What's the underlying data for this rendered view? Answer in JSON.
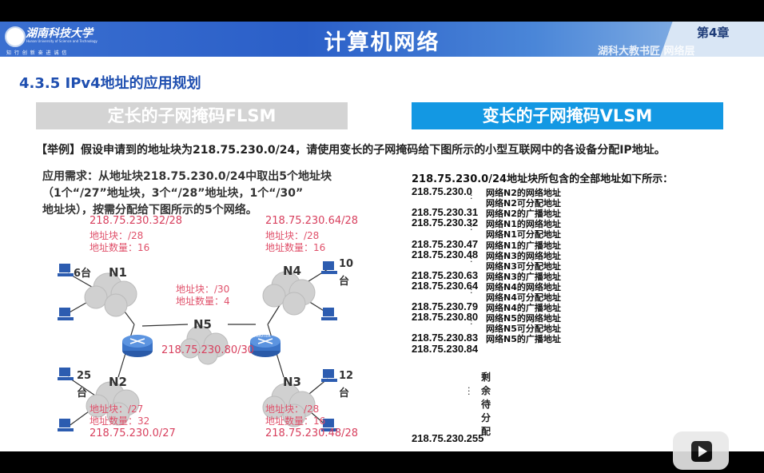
{
  "header": {
    "university_name": "湖南科技大学",
    "university_en": "Hunan University of Science and Technology",
    "motto": "知 行 创 新   奋 进 诚 信",
    "title": "计算机网络",
    "chapter": "第4章",
    "chapter_subtitle": "湖科大教书匠  网络层"
  },
  "section_title": "4.3.5 IPv4地址的应用规划",
  "flsm_label": "定长的子网掩码FLSM",
  "vlsm_label": "变长的子网掩码VLSM",
  "example_text": "【举例】假设申请到的地址块为218.75.230.0/24，请使用变长的子网掩码给下图所示的小型互联网中的各设备分配IP地址。",
  "requirement_lines": [
    "应用需求：从地址块218.75.230.0/24中取出5个地址块",
    "（1个“/27”地址块，3个“/28”地址块，1个“/30”",
    "地址块），按需分配给下图所示的5个网络。"
  ],
  "network": {
    "n1": {
      "name": "N1",
      "block_addr": "218.75.230.32/28",
      "block": "地址块：/28",
      "count": "地址数量：16",
      "hosts": "6台"
    },
    "n2": {
      "name": "N2",
      "block_addr": "218.75.230.0/27",
      "block": "地址块：/27",
      "count": "地址数量：32",
      "hosts_num": "25",
      "hosts_unit": "台"
    },
    "n3": {
      "name": "N3",
      "block_addr": "218.75.230.48/28",
      "block": "地址块：/28",
      "count": "地址数量：16",
      "hosts_num": "12",
      "hosts_unit": "台"
    },
    "n4": {
      "name": "N4",
      "block_addr": "218.75.230.64/28",
      "block": "地址块：/28",
      "count": "地址数量：16",
      "hosts_num": "10",
      "hosts_unit": "台"
    },
    "n5": {
      "name": "N5",
      "block_addr": "218.75.230.80/30",
      "block": "地址块：/30",
      "count": "地址数量：4"
    },
    "router_label": "ROUTER"
  },
  "address_table": {
    "heading": "218.75.230.0/24地址块所包含的全部地址如下所示：",
    "rows": [
      {
        "addr": "218.75.230.0",
        "desc": "网络N2的网络地址"
      },
      {
        "addr": "",
        "desc": "网络N2可分配地址"
      },
      {
        "addr": "218.75.230.31",
        "desc": "网络N2的广播地址"
      },
      {
        "addr": "218.75.230.32",
        "desc": "网络N1的网络地址"
      },
      {
        "addr": "",
        "desc": "网络N1可分配地址"
      },
      {
        "addr": "218.75.230.47",
        "desc": "网络N1的广播地址"
      },
      {
        "addr": "218.75.230.48",
        "desc": "网络N3的网络地址"
      },
      {
        "addr": "",
        "desc": "网络N3可分配地址"
      },
      {
        "addr": "218.75.230.63",
        "desc": "网络N3的广播地址"
      },
      {
        "addr": "218.75.230.64",
        "desc": "网络N4的网络地址"
      },
      {
        "addr": "",
        "desc": "网络N4可分配地址"
      },
      {
        "addr": "218.75.230.79",
        "desc": "网络N4的广播地址"
      },
      {
        "addr": "218.75.230.80",
        "desc": "网络N5的网络地址"
      },
      {
        "addr": "",
        "desc": "网络N5可分配地址"
      },
      {
        "addr": "218.75.230.83",
        "desc": "网络N5的广播地址"
      },
      {
        "addr": "218.75.230.84",
        "desc": ""
      }
    ],
    "remaining_chars": [
      "剩",
      "余",
      "待",
      "分",
      "配"
    ],
    "last_addr": "218.75.230.255"
  },
  "colors": {
    "banner": "#2b5fc8",
    "section": "#1f4fb0",
    "vlsm": "#1398e3",
    "flsm": "#d4d4d4",
    "pink": "#e0506a"
  }
}
